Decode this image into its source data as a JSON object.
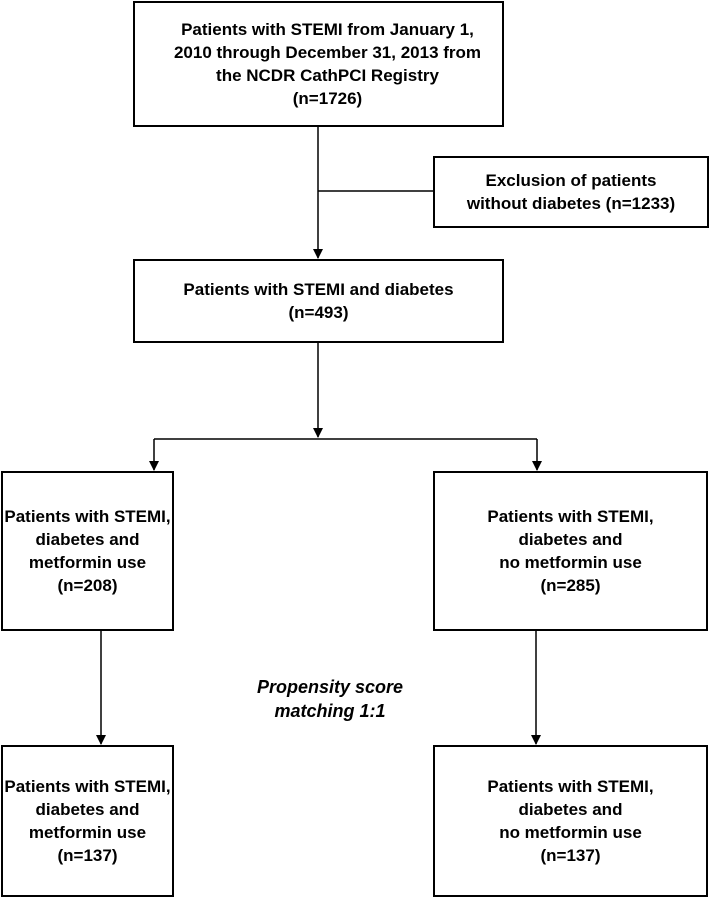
{
  "flowchart": {
    "source": {
      "lines": [
        "Patients with STEMI from January 1,",
        "2010 through December 31, 2013 from",
        "the NCDR CathPCI Registry",
        "(n=1726)"
      ]
    },
    "exclusion": {
      "lines": [
        "Exclusion of patients",
        "without diabetes (n=1233)"
      ]
    },
    "diabetes": {
      "lines": [
        "Patients with STEMI and diabetes",
        "(n=493)"
      ]
    },
    "metformin_before": {
      "lines": [
        "Patients with STEMI,",
        "diabetes and",
        "metformin use",
        "(n=208)"
      ]
    },
    "no_metformin_before": {
      "lines": [
        "Patients with STEMI,",
        "diabetes and",
        "no metformin use",
        "(n=285)"
      ]
    },
    "matching": {
      "lines": [
        "Propensity score",
        "matching 1:1"
      ]
    },
    "metformin_after": {
      "lines": [
        "Patients with STEMI,",
        "diabetes and",
        "metformin use",
        "(n=137)"
      ]
    },
    "no_metformin_after": {
      "lines": [
        "Patients with STEMI,",
        "diabetes and",
        "no metformin use",
        "(n=137)"
      ]
    }
  },
  "colors": {
    "stroke": "#000000",
    "background": "#ffffff"
  }
}
